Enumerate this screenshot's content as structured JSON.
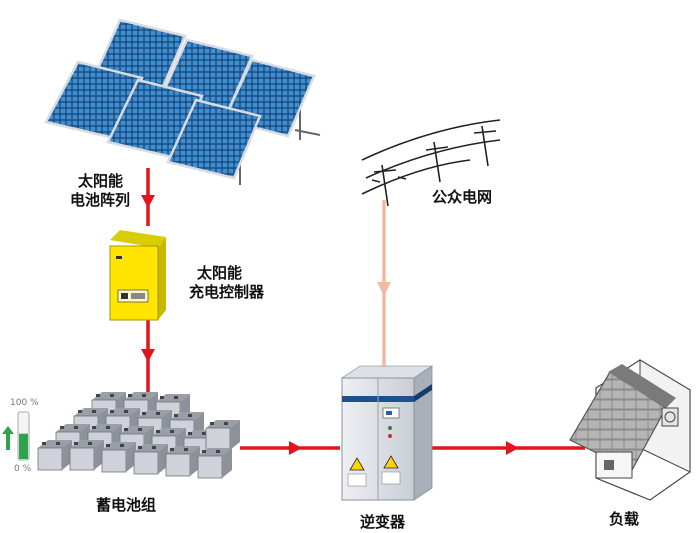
{
  "labels": {
    "solar_array": [
      "太阳能",
      "电池阵列"
    ],
    "charge_controller": [
      "太阳能",
      "充电控制器"
    ],
    "public_grid": "公众电网",
    "battery_bank": "蓄电池组",
    "inverter": "逆变器",
    "load": "负载"
  },
  "battery_gauge": {
    "top_label": "100 %",
    "bottom_label": "0 %",
    "charge_level": 0.55
  },
  "colors": {
    "power_line": "#e3141b",
    "grid_line": "#f3b9a1",
    "controller_body": "#ffe500",
    "panel_cell": "#2d78b8",
    "inverter_stripe": "#1e4f8f"
  }
}
